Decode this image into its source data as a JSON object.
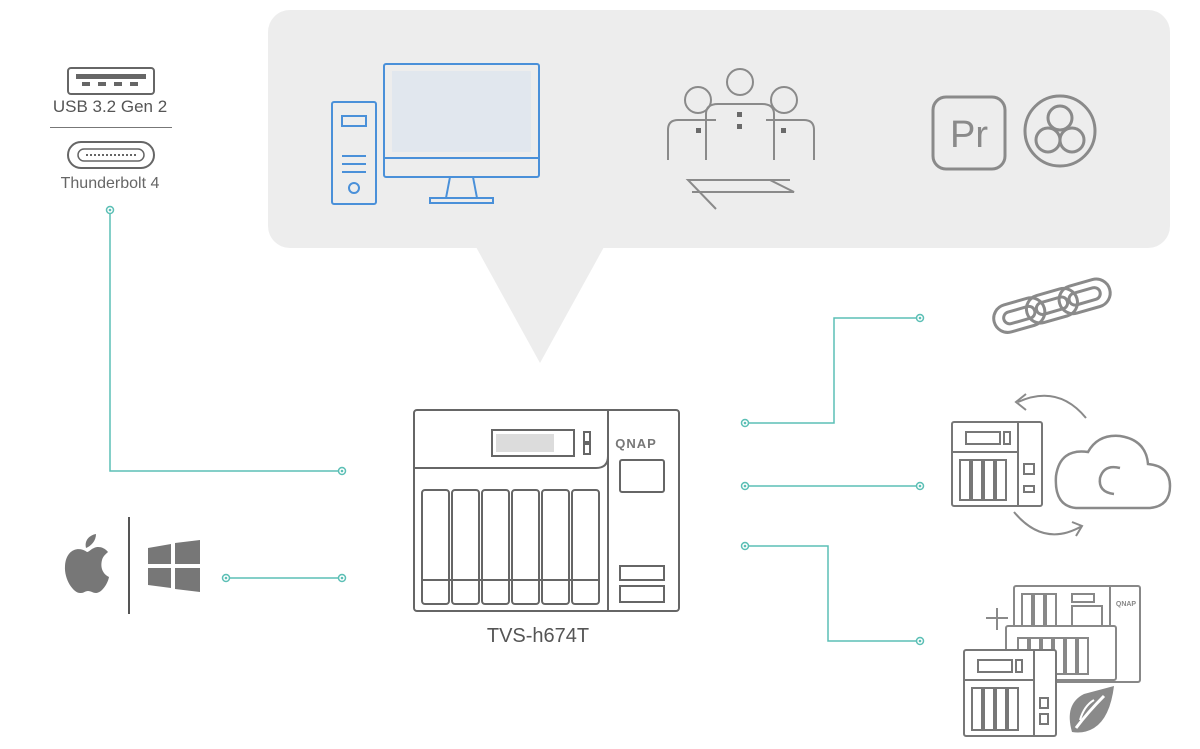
{
  "labels": {
    "usb": "USB 3.2 Gen 2",
    "thunderbolt": "Thunderbolt 4",
    "nas_model": "TVS-h674T",
    "nas_brand": "QNAP",
    "premiere_badge": "Pr"
  },
  "colors": {
    "accent_line": "#5bbfb5",
    "workstation_blue": "#4a90d9",
    "icon_gray": "#8a8a8a",
    "bubble_bg": "#ededed"
  },
  "icons": [
    "usb-a-port-icon",
    "usb-c-port-icon",
    "workstation-icon",
    "team-collaboration-icon",
    "premiere-pro-icon",
    "davinci-resolve-icon",
    "apple-icon",
    "windows-icon",
    "nas-device-icon",
    "link-icon",
    "nas-cloud-sync-icon",
    "nas-expansion-icon"
  ]
}
